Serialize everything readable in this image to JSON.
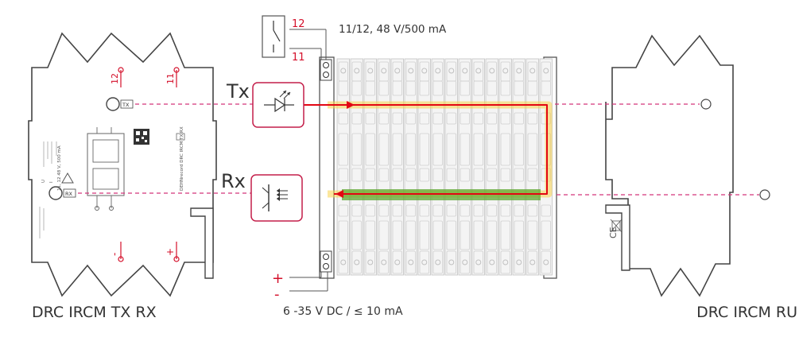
{
  "contact": {
    "pin_top": "12",
    "pin_bottom": "11",
    "rating": "11/12, 48 V/500 mA"
  },
  "supply": {
    "plus": "+",
    "minus": "-",
    "rating": "6 -35 V DC / ≤ 10 mA"
  },
  "tx": {
    "label": "Tx",
    "port_label": "TX"
  },
  "rx": {
    "label": "Rx",
    "port_label": "RX"
  },
  "left_device": {
    "name": "DRC IRCM TX RX",
    "terminal_labels": [
      "12",
      "11",
      "-",
      "+"
    ],
    "side_text": "DEHNrecord DRC IRCM TX RX",
    "caption_text": [
      "U",
      "I",
      "11, 12   48 V, 500 mA"
    ]
  },
  "right_device": {
    "name": "DRC IRCM RU"
  },
  "colors": {
    "accent_red": "#d40f2a",
    "beam_dash": "#d4357a",
    "tx_path": "#e30613",
    "tx_glow": "#f7d24a",
    "rx_path": "#5fa832",
    "rail_grey": "#c8c8c8",
    "outline": "#444444"
  }
}
